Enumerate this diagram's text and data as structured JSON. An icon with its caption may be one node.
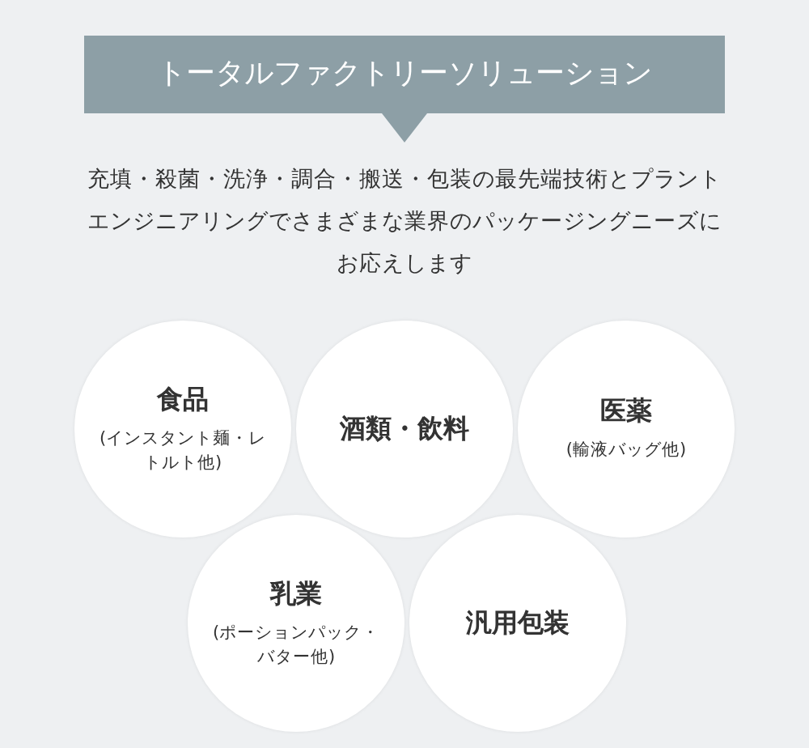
{
  "diagram": {
    "title": "トータルファクトリーソリューション",
    "nodes": [
      {
        "text": [
          "食品",
          "(インスタント麺・レトルト他)"
        ]
      },
      {
        "text": [
          "酒類・飲料"
        ]
      },
      {
        "text": [
          "医薬",
          "(輸液バッグ他)"
        ]
      },
      {
        "text": [
          "乳業",
          "(ポーションパック・バター他)"
        ]
      },
      {
        "text": [
          "汎用包装"
        ]
      }
    ],
    "labels": [
      "充填・殺菌・洗浄・調合・搬送・包装の最先端技術とプラントエンジニアリングでさまざまな業界のパッケージングニーズにお応えします"
    ]
  }
}
